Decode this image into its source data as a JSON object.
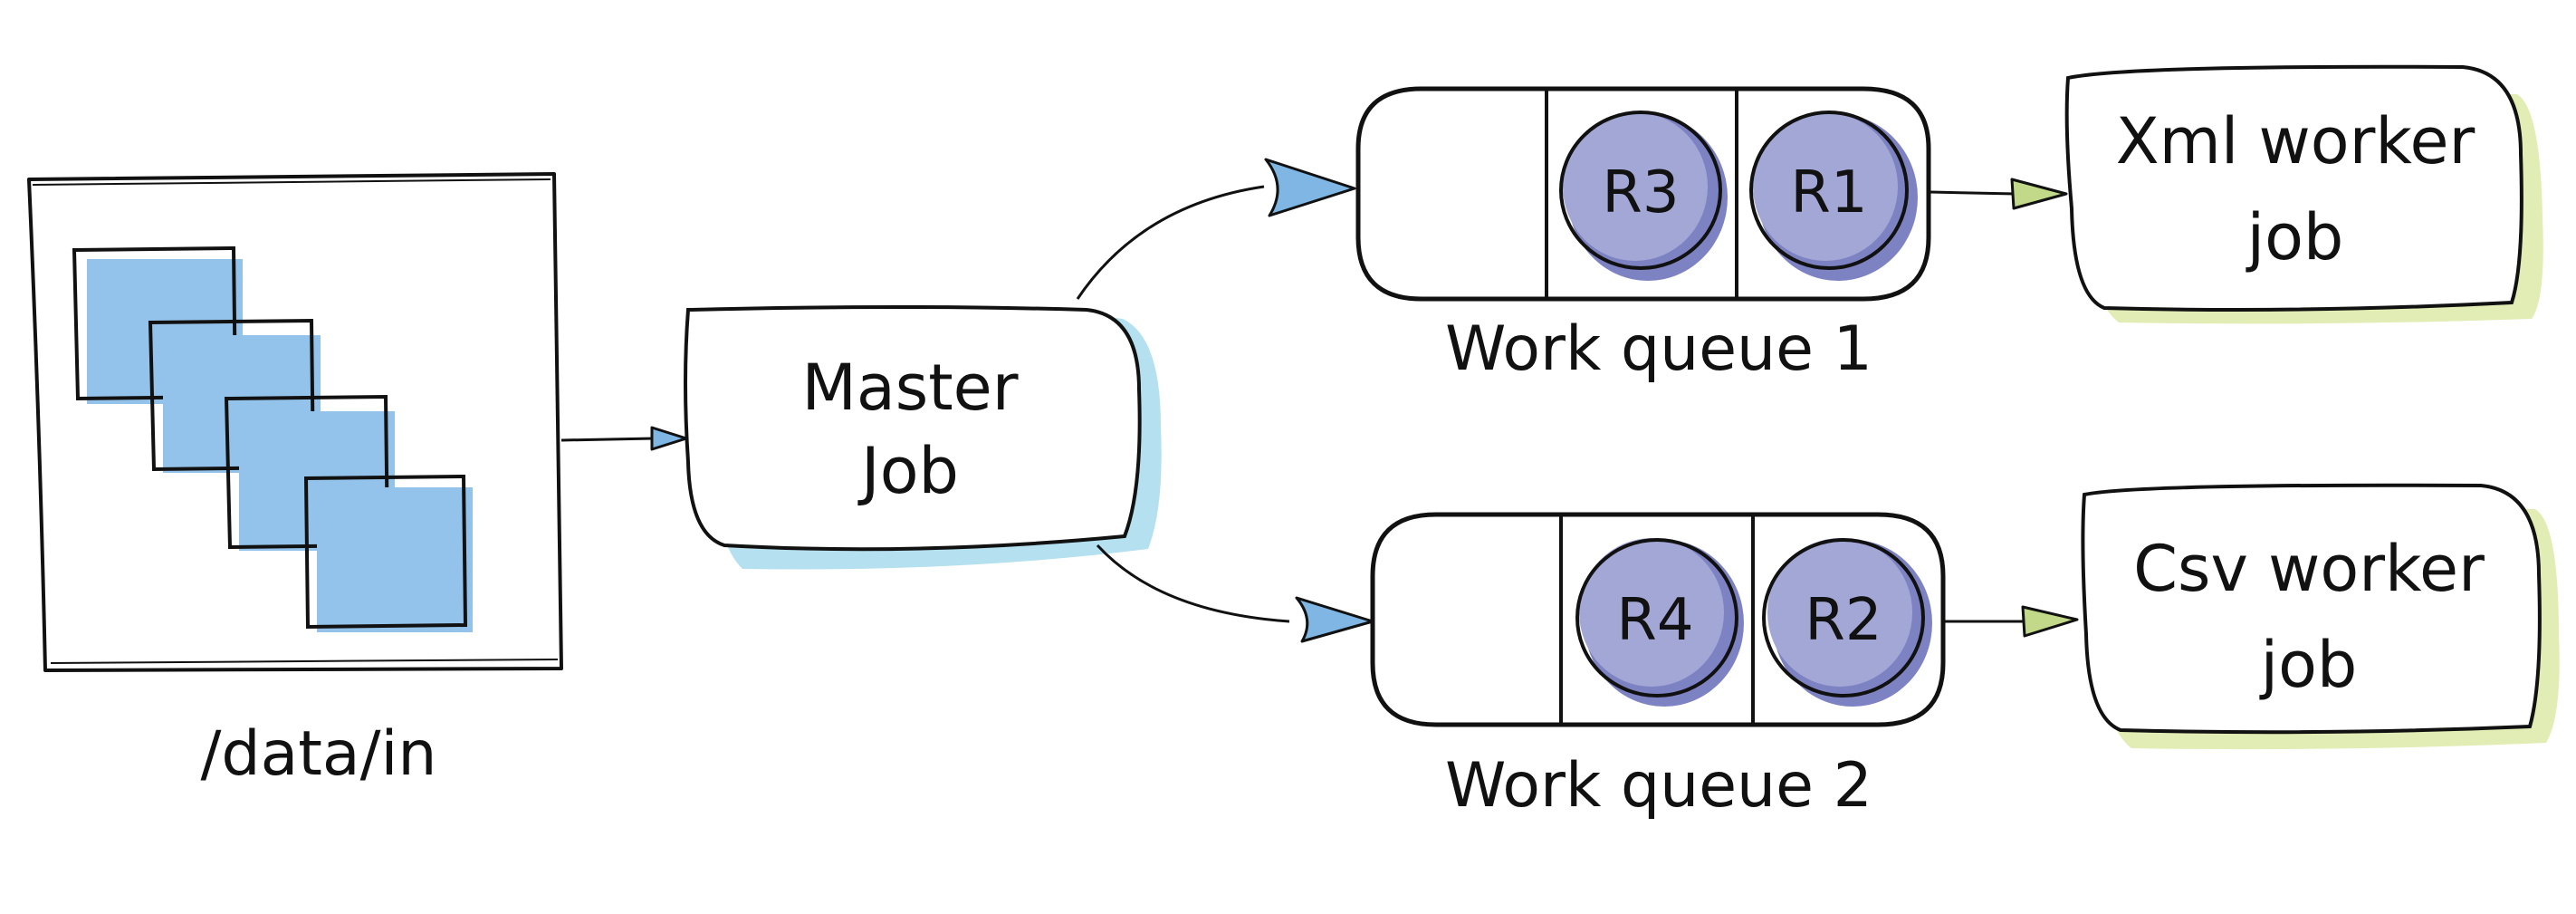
{
  "diagram": {
    "input_folder": {
      "label": "/data/in"
    },
    "master": {
      "line1": "Master",
      "line2": "Job"
    },
    "queues": [
      {
        "label": "Work queue 1",
        "tokens": [
          "R3",
          "R1"
        ]
      },
      {
        "label": "Work queue 2",
        "tokens": [
          "R4",
          "R2"
        ]
      }
    ],
    "workers": [
      {
        "line1": "Xml worker",
        "line2": "job"
      },
      {
        "line1": "Csv worker",
        "line2": "job"
      }
    ],
    "colors": {
      "file_blue": "#93c3ea",
      "master_shadow": "#b5e0ef",
      "token_fill": "#a3a7d6",
      "token_shade": "#7d83c2",
      "worker_shadow": "#e1edb5",
      "arrow_blue": "#7fb6e3",
      "arrow_green": "#c2d98a",
      "stroke": "#111111"
    }
  }
}
